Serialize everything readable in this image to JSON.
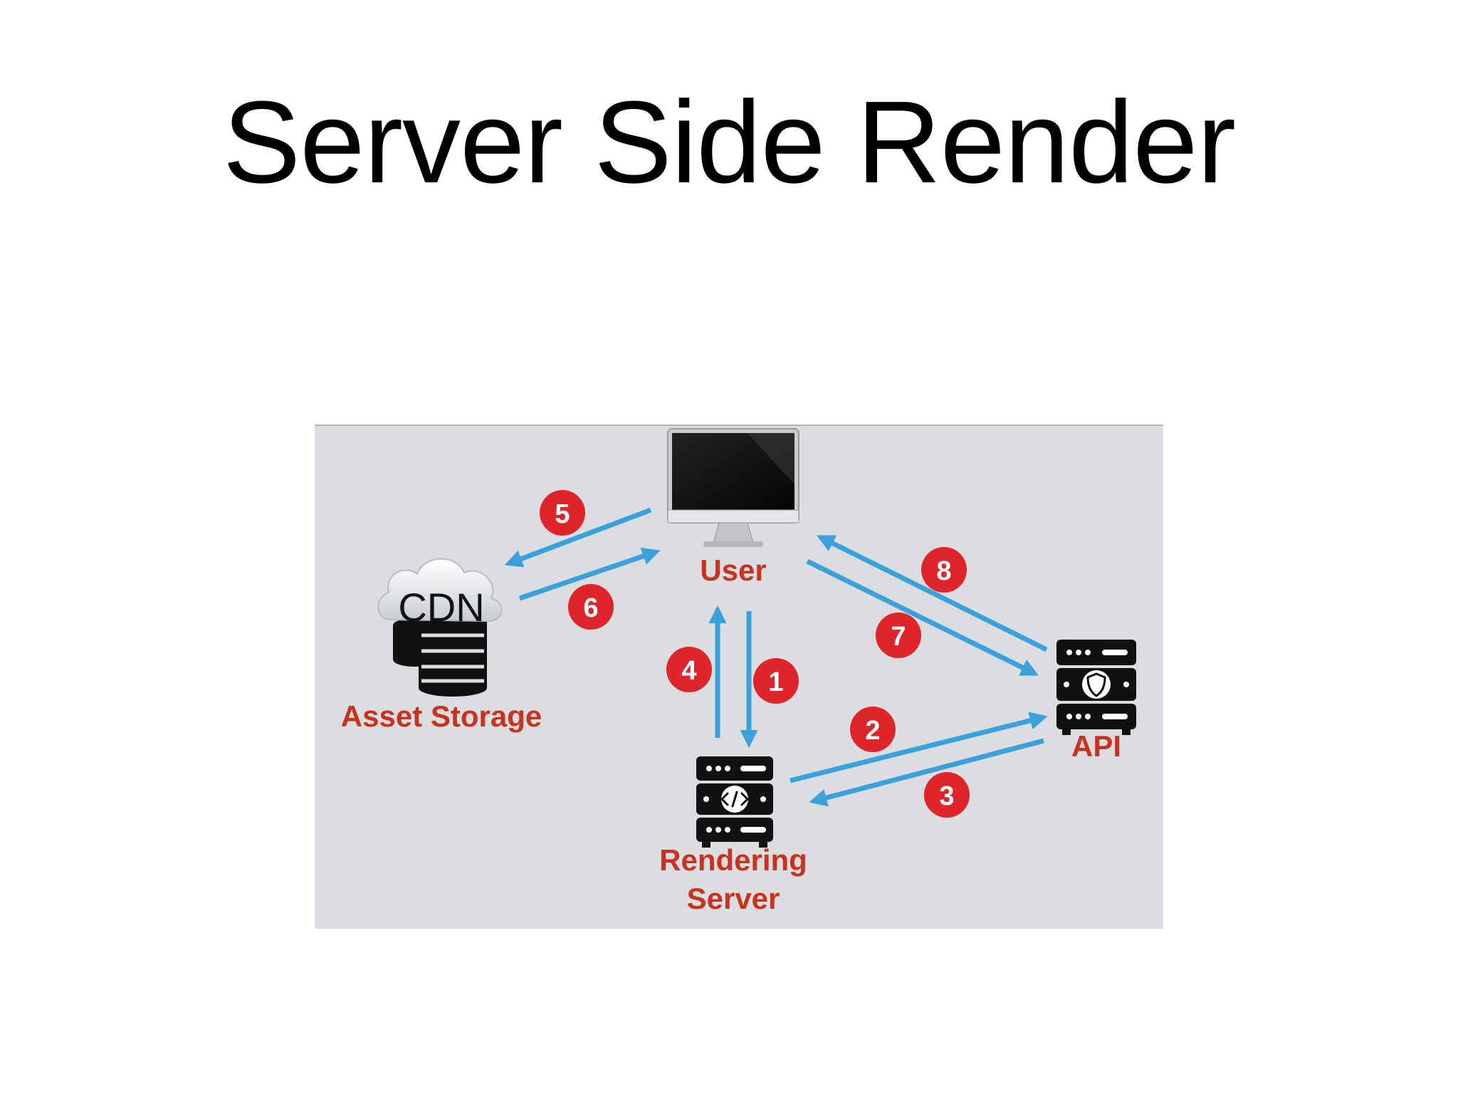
{
  "title": "Server Side Render",
  "nodes": {
    "user": "User",
    "cdn_logo": "CDN",
    "asset_storage": "Asset Storage",
    "rendering_server_line1": "Rendering",
    "rendering_server_line2": "Server",
    "api": "API"
  },
  "steps": [
    {
      "n": "1",
      "from": "User",
      "to": "Rendering Server"
    },
    {
      "n": "2",
      "from": "Rendering Server",
      "to": "API"
    },
    {
      "n": "3",
      "from": "API",
      "to": "Rendering Server"
    },
    {
      "n": "4",
      "from": "Rendering Server",
      "to": "User"
    },
    {
      "n": "5",
      "from": "User",
      "to": "Asset Storage"
    },
    {
      "n": "6",
      "from": "Asset Storage",
      "to": "User"
    },
    {
      "n": "7",
      "from": "User",
      "to": "API"
    },
    {
      "n": "8",
      "from": "API",
      "to": "User"
    }
  ],
  "colors": {
    "panel": "#dcdde0",
    "arrow": "#3aa1dc",
    "badge": "#e0242c",
    "label": "#c8321e"
  }
}
